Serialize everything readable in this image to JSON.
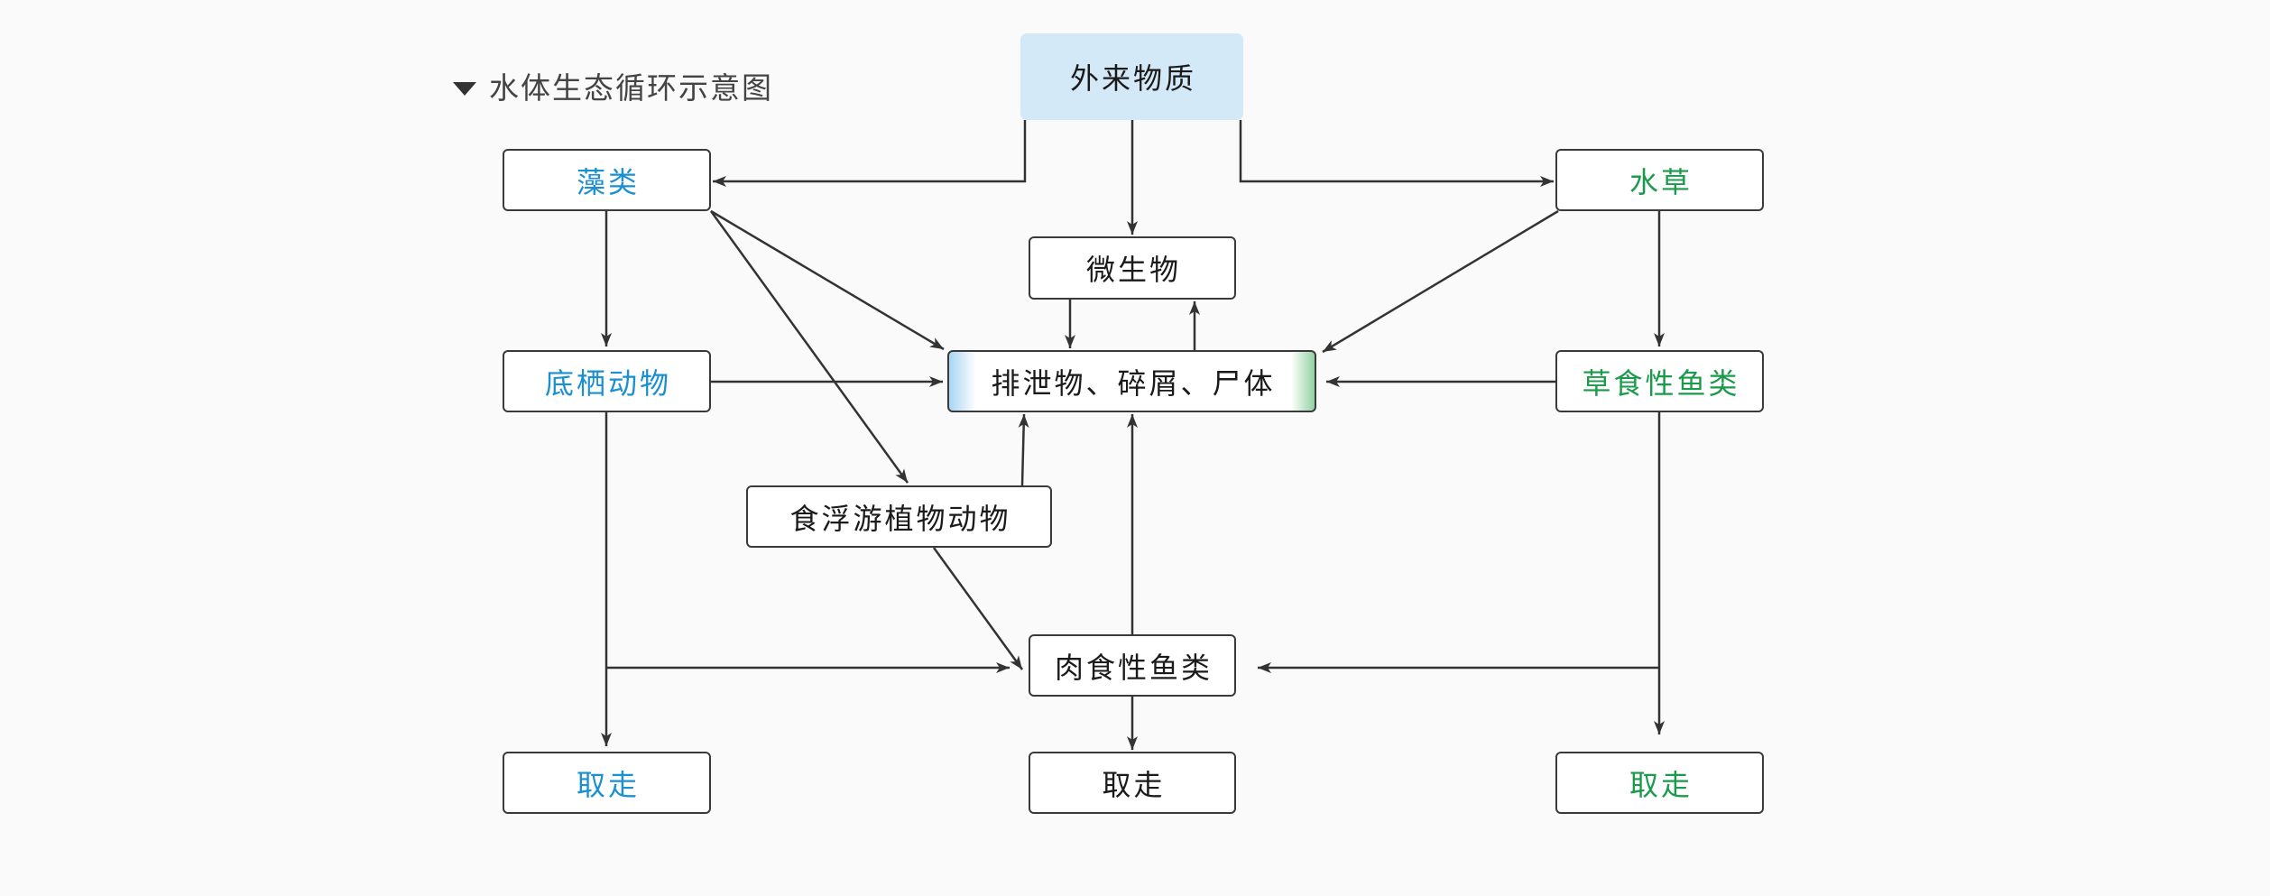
{
  "header": {
    "title": "水体生态循环示意图",
    "toggle_icon": "caret-down-icon"
  },
  "colors": {
    "text_blue": "#1a8fd1",
    "text_green": "#1a9a4a",
    "source_fill": "#d4e9f8",
    "line": "#333333",
    "detritus_left_tint": "#a9d5f2",
    "detritus_right_tint": "#93d3a2",
    "background": "#fafafa"
  },
  "nodes": {
    "source": "外来物质",
    "algae": "藻类",
    "aquatic_plants": "水草",
    "microbes": "微生物",
    "benthos": "底栖动物",
    "detritus": "排泄物、碎屑、尸体",
    "herbivorous_fish": "草食性鱼类",
    "planktivores": "食浮游植物动物",
    "carnivorous_fish": "肉食性鱼类",
    "removed_left": "取走",
    "removed_center": "取走",
    "removed_right": "取走"
  }
}
